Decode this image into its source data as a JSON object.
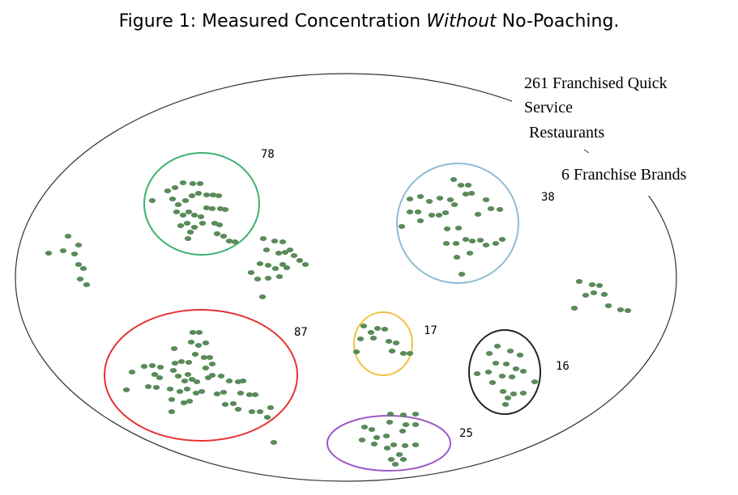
{
  "title": {
    "prefix": "Figure 1: Measured Concentration ",
    "emphasis": "Without",
    "suffix": " No-Poaching."
  },
  "annotations": {
    "restaurants_line1": "261 Franchised Quick",
    "restaurants_line2": "Service",
    "restaurants_line3": "Restaurants",
    "brands": "6 Franchise Brands"
  },
  "clusters": [
    {
      "id": "green",
      "color": "#3cb371",
      "count": "78"
    },
    {
      "id": "blue",
      "color": "#8fbcd4",
      "count": "38"
    },
    {
      "id": "red",
      "color": "#e63232",
      "count": "87"
    },
    {
      "id": "yellow",
      "color": "#f0c040",
      "count": "17"
    },
    {
      "id": "black",
      "color": "#222222",
      "count": "16"
    },
    {
      "id": "purple",
      "color": "#9b59c6",
      "count": "25"
    }
  ],
  "colors": {
    "dot": "#5a8a5a",
    "outline": "#333333"
  }
}
